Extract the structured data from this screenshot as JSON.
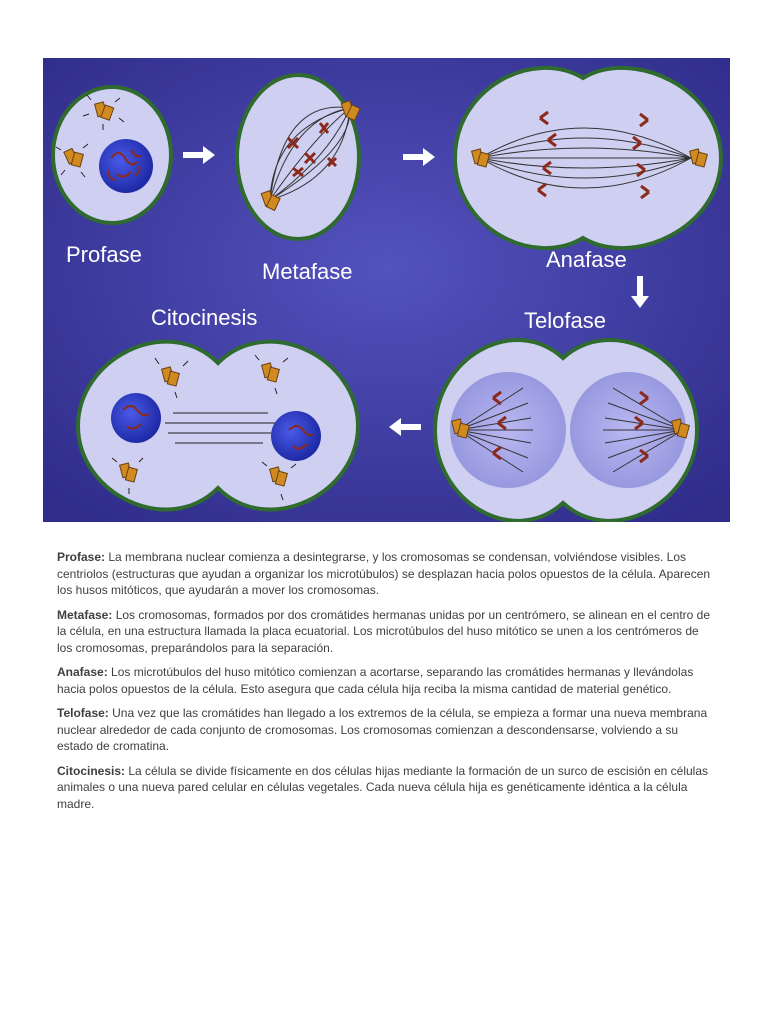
{
  "figure": {
    "labels": {
      "profase": "Profase",
      "metafase": "Metafase",
      "anafase": "Anafase",
      "telofase": "Telofase",
      "citocinesis": "Citocinesis"
    }
  },
  "paragraphs": [
    {
      "term": "Profase:",
      "text": " La membrana nuclear comienza a desintegrarse, y los cromosomas se condensan, volviéndose visibles. Los centriolos (estructuras que ayudan a organizar los microtúbulos) se desplazan hacia polos opuestos de la célula. Aparecen los husos mitóticos, que ayudarán a mover los cromosomas."
    },
    {
      "term": "Metafase:",
      "text": " Los cromosomas, formados por dos cromátides hermanas unidas por un centrómero, se alinean en el centro de la célula, en una estructura llamada la placa ecuatorial. Los microtúbulos del huso mitótico se unen a los centrómeros de los cromosomas, preparándolos para la separación."
    },
    {
      "term": "Anafase:",
      "text": " Los microtúbulos del huso mitótico comienzan a acortarse, separando las cromátides hermanas y llevándolas hacia polos opuestos de la célula. Esto asegura que cada célula hija reciba la misma cantidad de material genético."
    },
    {
      "term": "Telofase:",
      "text": " Una vez que las cromátides han llegado a los extremos de la célula, se empieza a formar una nueva membrana nuclear alrededor de cada conjunto de cromosomas. Los cromosomas comienzan a descondensarse, volviendo a su estado de cromatina."
    },
    {
      "term": "Citocinesis:",
      "text": " La célula se divide físicamente en dos células hijas mediante la formación de un surco de escisión en células animales o una nueva pared celular en células vegetales. Cada nueva célula hija es genéticamente idéntica a la célula madre."
    }
  ],
  "colors": {
    "background": "#3c3a9a",
    "cell_fill": "#c9c9f0",
    "cell_border": "#2f6b2f",
    "nucleus": "#2a35c8",
    "chromosome": "#8b2a1a",
    "centriole": "#d08a20"
  }
}
